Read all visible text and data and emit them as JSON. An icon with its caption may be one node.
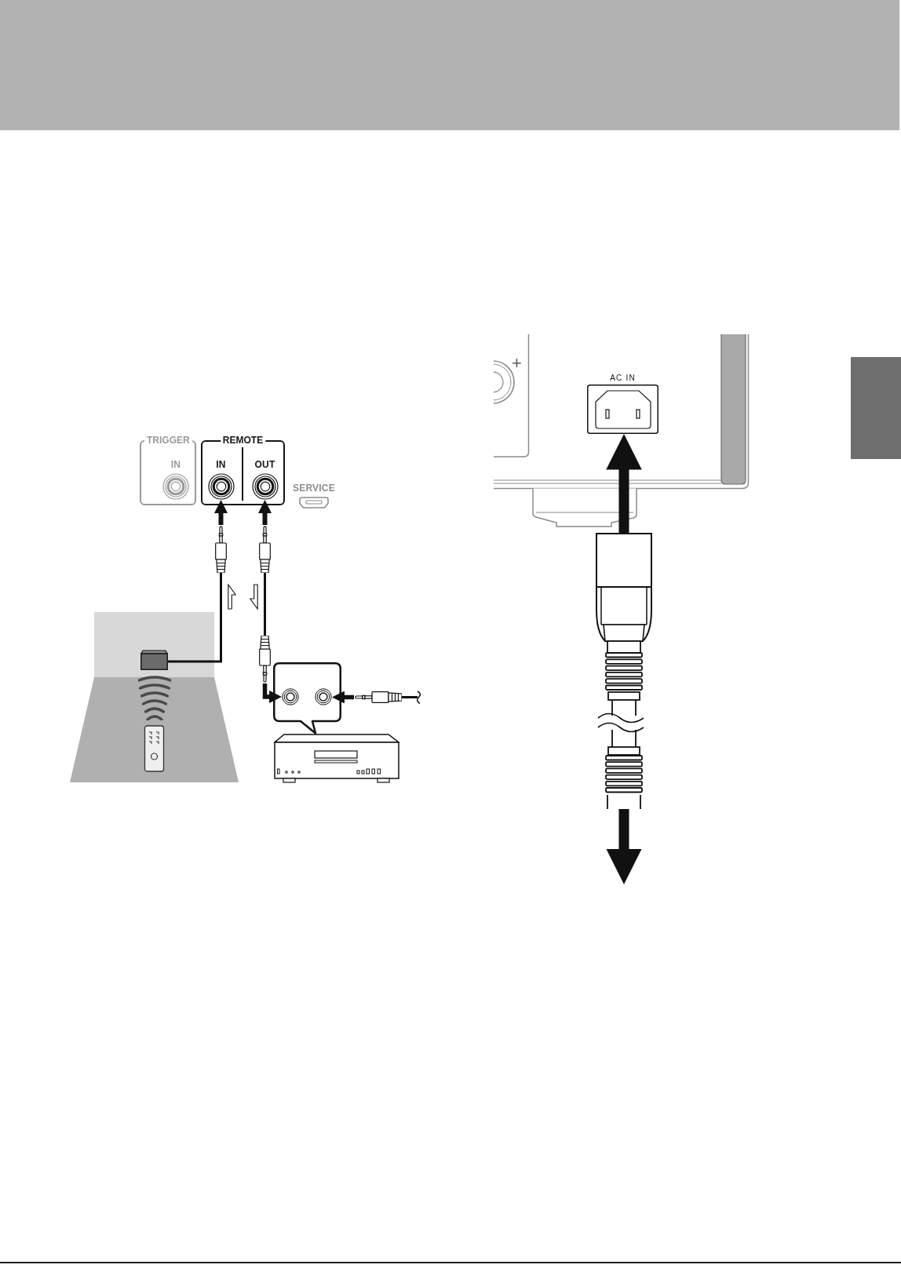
{
  "diagram": {
    "nodes": [
      {
        "text": [
          "TRIGGER"
        ]
      },
      {
        "text": [
          "IN"
        ],
        "in": 0
      },
      {
        "text": [
          "REMOTE"
        ]
      },
      {
        "text": [
          "IN"
        ],
        "in": 2
      },
      {
        "text": [
          "OUT"
        ],
        "in": 2
      },
      {
        "text": [
          "SERVICE"
        ]
      },
      {
        "text": [],
        "shape": "picture"
      },
      {
        "text": [],
        "shape": "picture"
      },
      {
        "text": [],
        "shape": "box"
      },
      {
        "text": [],
        "shape": "picture"
      },
      {
        "text": [],
        "shape": "box"
      },
      {
        "text": [],
        "shape": "circle",
        "in": 10
      },
      {
        "text": [],
        "shape": "circle",
        "in": 10
      },
      {
        "text": [],
        "shape": "picture"
      },
      {
        "text": [
          "AC IN"
        ]
      },
      {
        "text": [],
        "shape": "picture"
      },
      {
        "text": [],
        "shape": "bar"
      }
    ],
    "edges": [
      {
        "from": 6,
        "to": 3,
        "arrow": "to"
      },
      {
        "from": 7,
        "to": 4,
        "arrow": "to"
      },
      {
        "from": 8,
        "to": 6,
        "arrow": "none"
      },
      {
        "from": 7,
        "to": 9,
        "arrow": "none"
      },
      {
        "from": 9,
        "to": 11,
        "arrow": "to"
      },
      {
        "from": 13,
        "to": 12,
        "arrow": "to"
      },
      {
        "from": 15,
        "to": 14,
        "arrow": "to",
        "style": "thick"
      },
      {
        "from": 15,
        "to": null,
        "arrow": "to",
        "style": "thick"
      }
    ],
    "labels": [
      "+"
    ]
  }
}
